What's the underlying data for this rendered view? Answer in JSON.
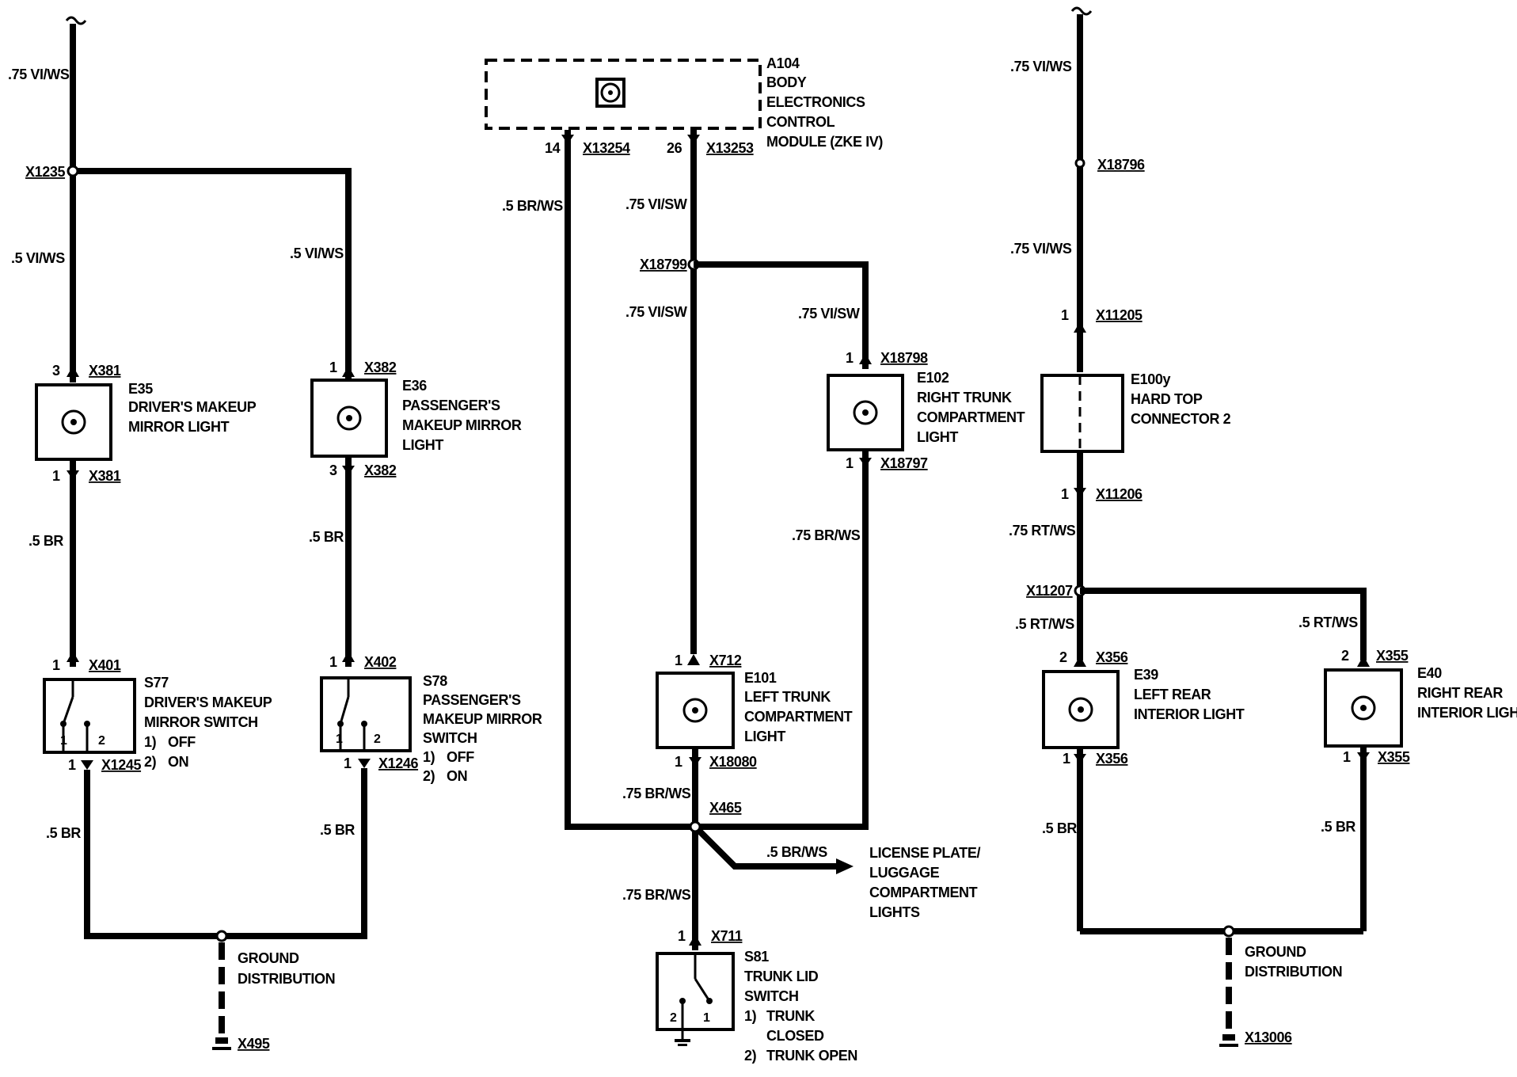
{
  "module": {
    "id": "A104",
    "name_lines": [
      "BODY",
      "ELECTRONICS",
      "CONTROL",
      "MODULE (ZKE IV)"
    ],
    "pin_left": "14",
    "conn_left": "X13254",
    "pin_right": "26",
    "conn_right": "X13253"
  },
  "wires": {
    "top_left": ".75 VI/WS",
    "e35_feed": ".5 VI/WS",
    "e36_feed": ".5 VI/WS",
    "e35_ret": ".5 BR",
    "e36_ret": ".5 BR",
    "s77_ret": ".5 BR",
    "s78_ret": ".5 BR",
    "mod_left": ".5 BR/WS",
    "mod_right": ".75 VI/SW",
    "e101_feed": ".75 VI/SW",
    "e102_feed": ".75 VI/SW",
    "e102_ret": ".75 BR/WS",
    "e101_ret": ".75 BR/WS",
    "s81_feed": ".75 BR/WS",
    "license_branch": ".5 BR/WS",
    "right_top": ".75 VI/WS",
    "right_mid": ".75 VI/WS",
    "e100_ret": ".75 RT/WS",
    "e39_feed": ".5 RT/WS",
    "e40_feed": ".5 RT/WS",
    "e39_ret": ".5 BR",
    "e40_ret": ".5 BR"
  },
  "connectors": {
    "x1235": "X1235",
    "x381_top": "X381",
    "x381_bot": "X381",
    "x382_top": "X382",
    "x382_bot": "X382",
    "x401": "X401",
    "x402": "X402",
    "x1245": "X1245",
    "x1246": "X1246",
    "x495": "X495",
    "x18799": "X18799",
    "x18798": "X18798",
    "x18797": "X18797",
    "x712": "X712",
    "x18080": "X18080",
    "x465": "X465",
    "x711": "X711",
    "x18796": "X18796",
    "x11205": "X11205",
    "x11206": "X11206",
    "x11207": "X11207",
    "x356_top": "X356",
    "x356_bot": "X356",
    "x355_top": "X355",
    "x355_bot": "X355",
    "x13006": "X13006"
  },
  "pins": {
    "e35_top": "3",
    "e35_bot": "1",
    "e36_top": "1",
    "e36_bot": "3",
    "s77_top": "1",
    "s77_bot": "1",
    "s77_c1": "1",
    "s77_c2": "2",
    "s78_top": "1",
    "s78_bot": "1",
    "s78_c1": "1",
    "s78_c2": "2",
    "e102_top": "1",
    "e102_bot": "1",
    "e101_top": "1",
    "e101_bot": "1",
    "s81_top": "1",
    "s81_c2": "2",
    "s81_c1": "1",
    "e100_top": "1",
    "e100_bot": "1",
    "e39_top": "2",
    "e39_bot": "1",
    "e40_top": "2",
    "e40_bot": "1"
  },
  "components": {
    "e35": {
      "id": "E35",
      "lines": [
        "DRIVER'S MAKEUP",
        "MIRROR LIGHT"
      ]
    },
    "e36": {
      "id": "E36",
      "lines": [
        "PASSENGER'S",
        "MAKEUP MIRROR",
        "LIGHT"
      ]
    },
    "s77": {
      "id": "S77",
      "lines": [
        "DRIVER'S MAKEUP",
        "MIRROR SWITCH"
      ],
      "opt1_num": "1)",
      "opt1": "OFF",
      "opt2_num": "2)",
      "opt2": "ON"
    },
    "s78": {
      "id": "S78",
      "lines": [
        "PASSENGER'S",
        "MAKEUP MIRROR",
        "SWITCH"
      ],
      "opt1_num": "1)",
      "opt1": "OFF",
      "opt2_num": "2)",
      "opt2": "ON"
    },
    "e102": {
      "id": "E102",
      "lines": [
        "RIGHT TRUNK",
        "COMPARTMENT",
        "LIGHT"
      ]
    },
    "e101": {
      "id": "E101",
      "lines": [
        "LEFT TRUNK",
        "COMPARTMENT",
        "LIGHT"
      ]
    },
    "s81": {
      "id": "S81",
      "lines": [
        "TRUNK LID",
        "SWITCH"
      ],
      "opt1_num": "1)",
      "opt1a": "TRUNK",
      "opt1b": "CLOSED",
      "opt2_num": "2)",
      "opt2": "TRUNK OPEN"
    },
    "e100y": {
      "id": "E100y",
      "lines": [
        "HARD TOP",
        "CONNECTOR 2"
      ]
    },
    "e39": {
      "id": "E39",
      "lines": [
        "LEFT REAR",
        "INTERIOR LIGHT"
      ]
    },
    "e40": {
      "id": "E40",
      "lines": [
        "RIGHT REAR",
        "INTERIOR LIGHT"
      ]
    }
  },
  "ground": {
    "left_lines": [
      "GROUND",
      "DISTRIBUTION"
    ],
    "right_lines": [
      "GROUND",
      "DISTRIBUTION"
    ]
  },
  "license": {
    "lines": [
      "LICENSE PLATE/",
      "LUGGAGE",
      "COMPARTMENT",
      "LIGHTS"
    ]
  }
}
